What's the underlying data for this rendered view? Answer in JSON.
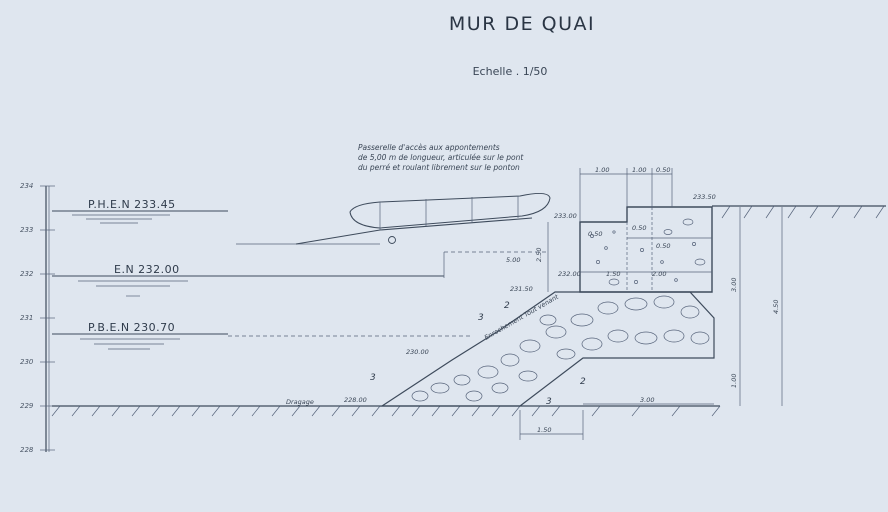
{
  "title": "MUR DE QUAI",
  "scale": "Echelle . 1/50",
  "water_levels": {
    "phen": "P.H.E.N   233.45",
    "en": "E.N   232.00",
    "pben": "P.B.E.N   230.70"
  },
  "axis_ticks": [
    "234",
    "233",
    "232",
    "231",
    "230",
    "229",
    "228"
  ],
  "annotation": {
    "line1": "Passerelle d'accès aux appontements",
    "line2": "de 5,00 m de longueur, articulée sur le pont",
    "line3": "du perré et roulant librement sur le ponton"
  },
  "labels": {
    "dredge": "Dragage",
    "dredge_level": "228.00",
    "enrochement": "Enrochement  Tout venant",
    "level_233_50": "233.50",
    "level_233_00": "233.00",
    "level_232_00": "232.00",
    "level_231_50": "231.50",
    "level_230_00": "230.00",
    "top_dims": [
      "1.00",
      "1.00",
      "0.50"
    ],
    "dim_250": "2.50",
    "dim_300": "3.00",
    "dim_450": "4.50",
    "dim_100": "1.00",
    "dim_150a": "1.50",
    "dim_150b": "1.50",
    "dim_500": "5.00",
    "dim_050a": "0.50",
    "dim_050b": "0.50",
    "dim_050c": "0.50",
    "dim_200": "2.00",
    "dim_300b": "3.00",
    "ratio_3a": "3",
    "ratio_2a": "2",
    "ratio_3b": "3",
    "ratio_3c": "3",
    "ratio_2b": "2"
  }
}
